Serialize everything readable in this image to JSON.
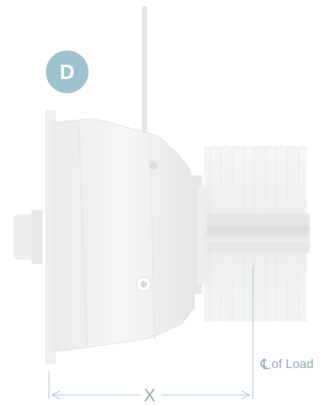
{
  "badge": {
    "letter": "D"
  },
  "load_label": {
    "symbol": "℄",
    "text": "of Load"
  },
  "dimension": {
    "label": "X"
  },
  "colors": {
    "badge": "#9ec3cf",
    "annotation": "#93aab6",
    "body_light": "#f1f2f2",
    "body_shadow": "#e2e4e5",
    "pulley": "#eceeef"
  }
}
